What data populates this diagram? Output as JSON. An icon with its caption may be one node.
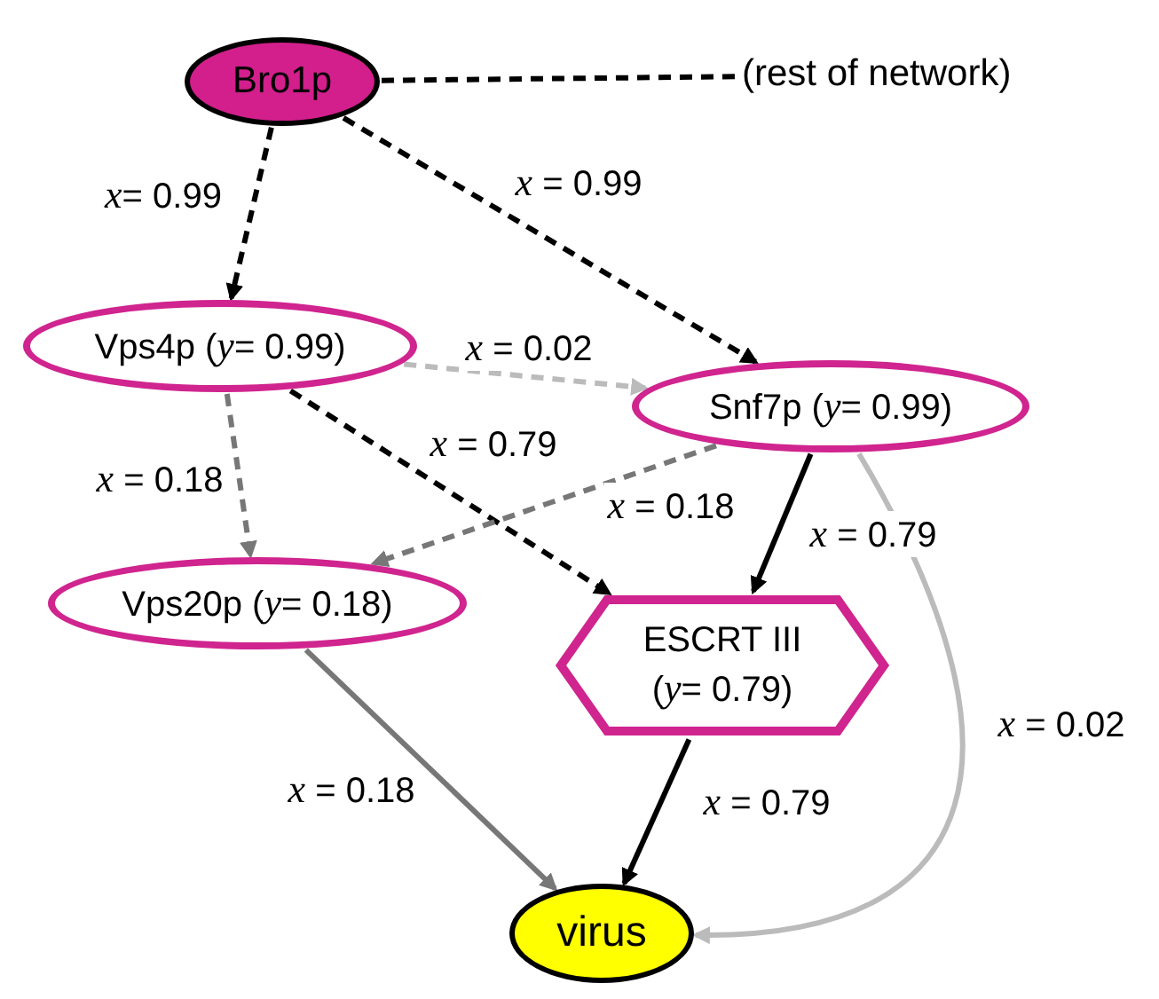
{
  "diagram": {
    "nodes": [
      {
        "text": [
          "Bro1p"
        ]
      },
      {
        "text": [
          "(rest of network)"
        ]
      },
      {
        "text": [
          "Vps4p (*y*= 0.99)"
        ]
      },
      {
        "text": [
          "Snf7p (*y*= 0.99)"
        ]
      },
      {
        "text": [
          "Vps20p (*y*= 0.18)"
        ]
      },
      {
        "text": [
          "ESCRT III",
          "(*y*= 0.79)"
        ]
      },
      {
        "text": [
          "virus"
        ]
      }
    ],
    "edges": [
      {
        "from": 0,
        "to": 1,
        "arrow": "none",
        "style": "dashed"
      },
      {
        "from": 0,
        "to": 2,
        "arrow": "to",
        "style": "dashed",
        "label": "*x*= 0.99"
      },
      {
        "from": 0,
        "to": 3,
        "arrow": "to",
        "style": "dashed",
        "label": "*x* = 0.99"
      },
      {
        "from": 2,
        "to": 3,
        "arrow": "to",
        "style": "dashed",
        "color": "#bbbbbb",
        "label": "*x* = 0.02"
      },
      {
        "from": 2,
        "to": 4,
        "arrow": "to",
        "style": "dashed",
        "color": "#777777",
        "label": "*x* = 0.18"
      },
      {
        "from": 2,
        "to": 5,
        "arrow": "to",
        "style": "dashed",
        "label": "*x* = 0.79"
      },
      {
        "from": 3,
        "to": 4,
        "arrow": "to",
        "style": "dashed",
        "color": "#777777",
        "label": "*x* = 0.18"
      },
      {
        "from": 3,
        "to": 5,
        "arrow": "to",
        "label": "*x* = 0.79"
      },
      {
        "from": 4,
        "to": 6,
        "arrow": "to",
        "color": "#777777",
        "label": "*x* = 0.18"
      },
      {
        "from": 5,
        "to": 6,
        "arrow": "to",
        "label": "*x* = 0.79"
      },
      {
        "from": 3,
        "to": 6,
        "arrow": "to",
        "color": "#bbbbbb",
        "label": "*x* = 0.02"
      }
    ]
  }
}
